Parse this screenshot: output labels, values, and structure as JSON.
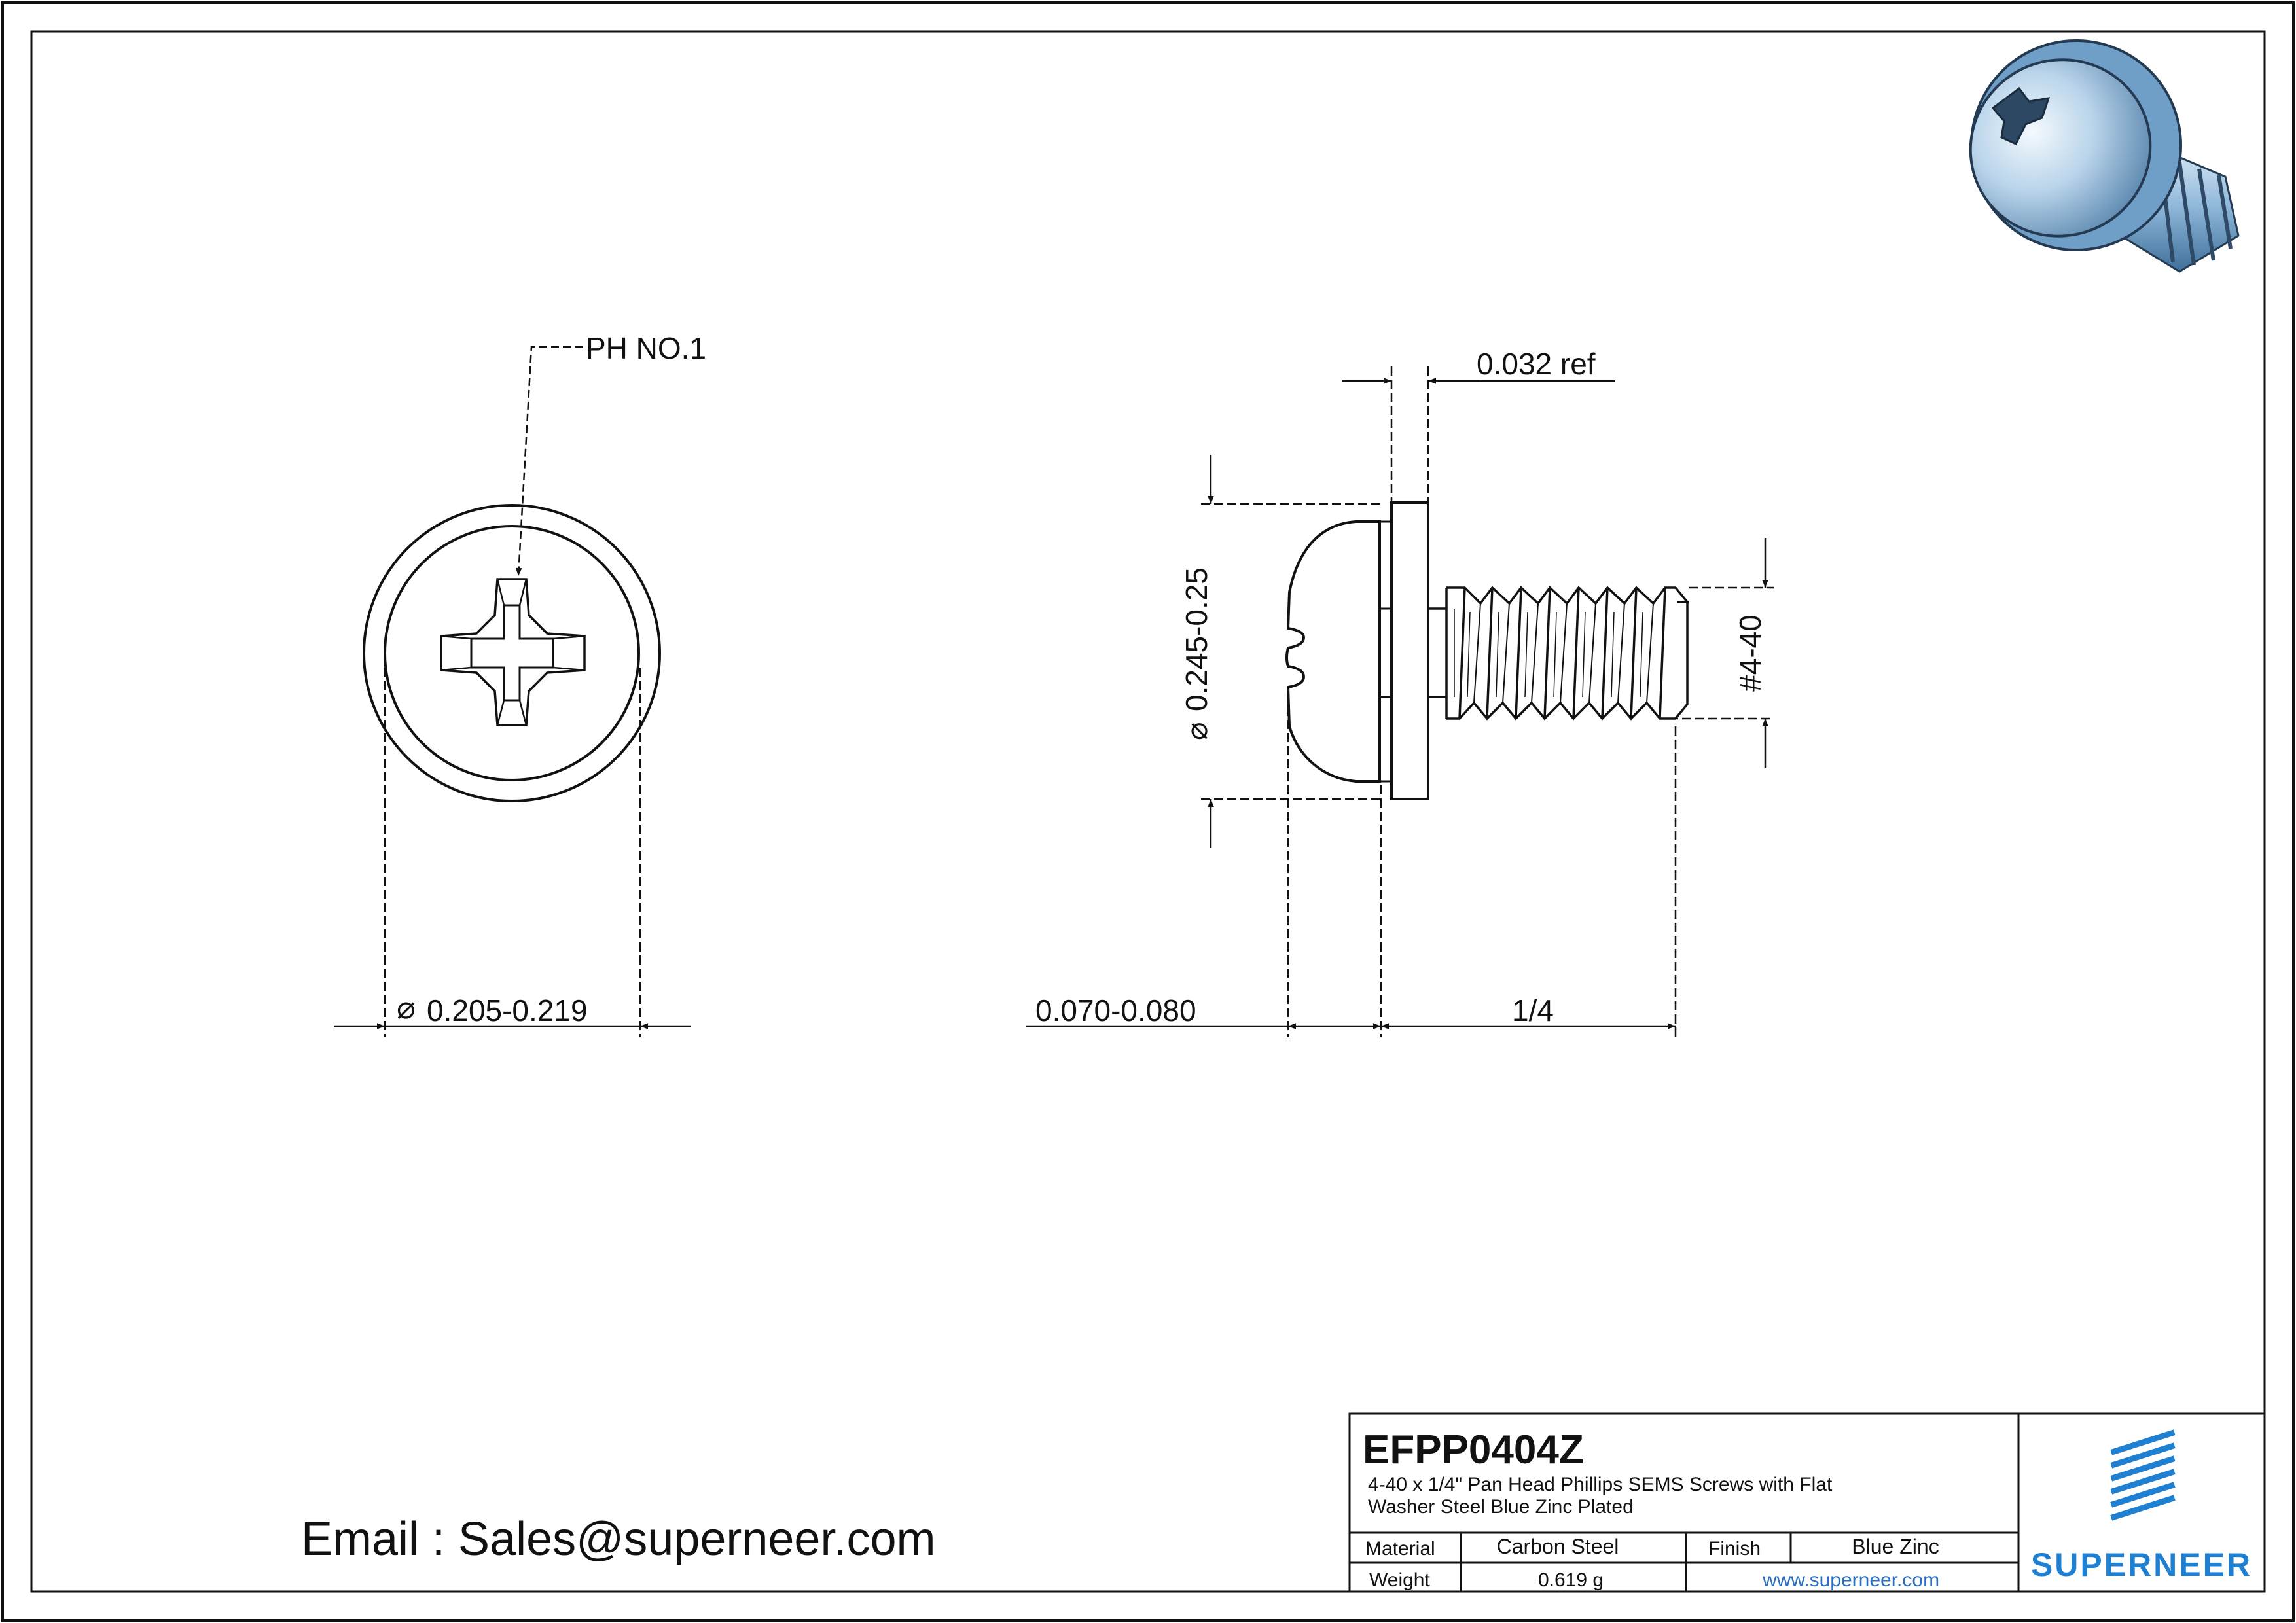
{
  "front_view": {
    "drive_label": "PH NO.1",
    "diameter_symbol": "⌀",
    "diameter_value": "0.205-0.219"
  },
  "side_view": {
    "washer_thickness": "0.032 ref",
    "head_diameter_symbol": "⌀",
    "head_diameter_value": "0.245-0.25",
    "head_height": "0.070-0.080",
    "length": "1/4",
    "thread": "#4-40"
  },
  "email": "Email : Sales@superneer.com",
  "title_block": {
    "part_number": "EFPP0404Z",
    "description_line1": "4-40 x 1/4\" Pan Head Phillips SEMS Screws with Flat",
    "description_line2": "Washer Steel Blue Zinc Plated",
    "material_label": "Material",
    "material_value": "Carbon Steel",
    "finish_label": "Finish",
    "finish_value": "Blue Zinc",
    "weight_label": "Weight",
    "weight_value": "0.619 g",
    "website": "www.superneer.com",
    "brand": "SUPERNEER"
  },
  "colors": {
    "line": "#111111",
    "brand_blue": "#1f7fd0",
    "link_blue": "#2a6fc2",
    "zinc_light": "#dbeaf6",
    "zinc_mid": "#8fb8da",
    "zinc_dark": "#3f6f99"
  }
}
